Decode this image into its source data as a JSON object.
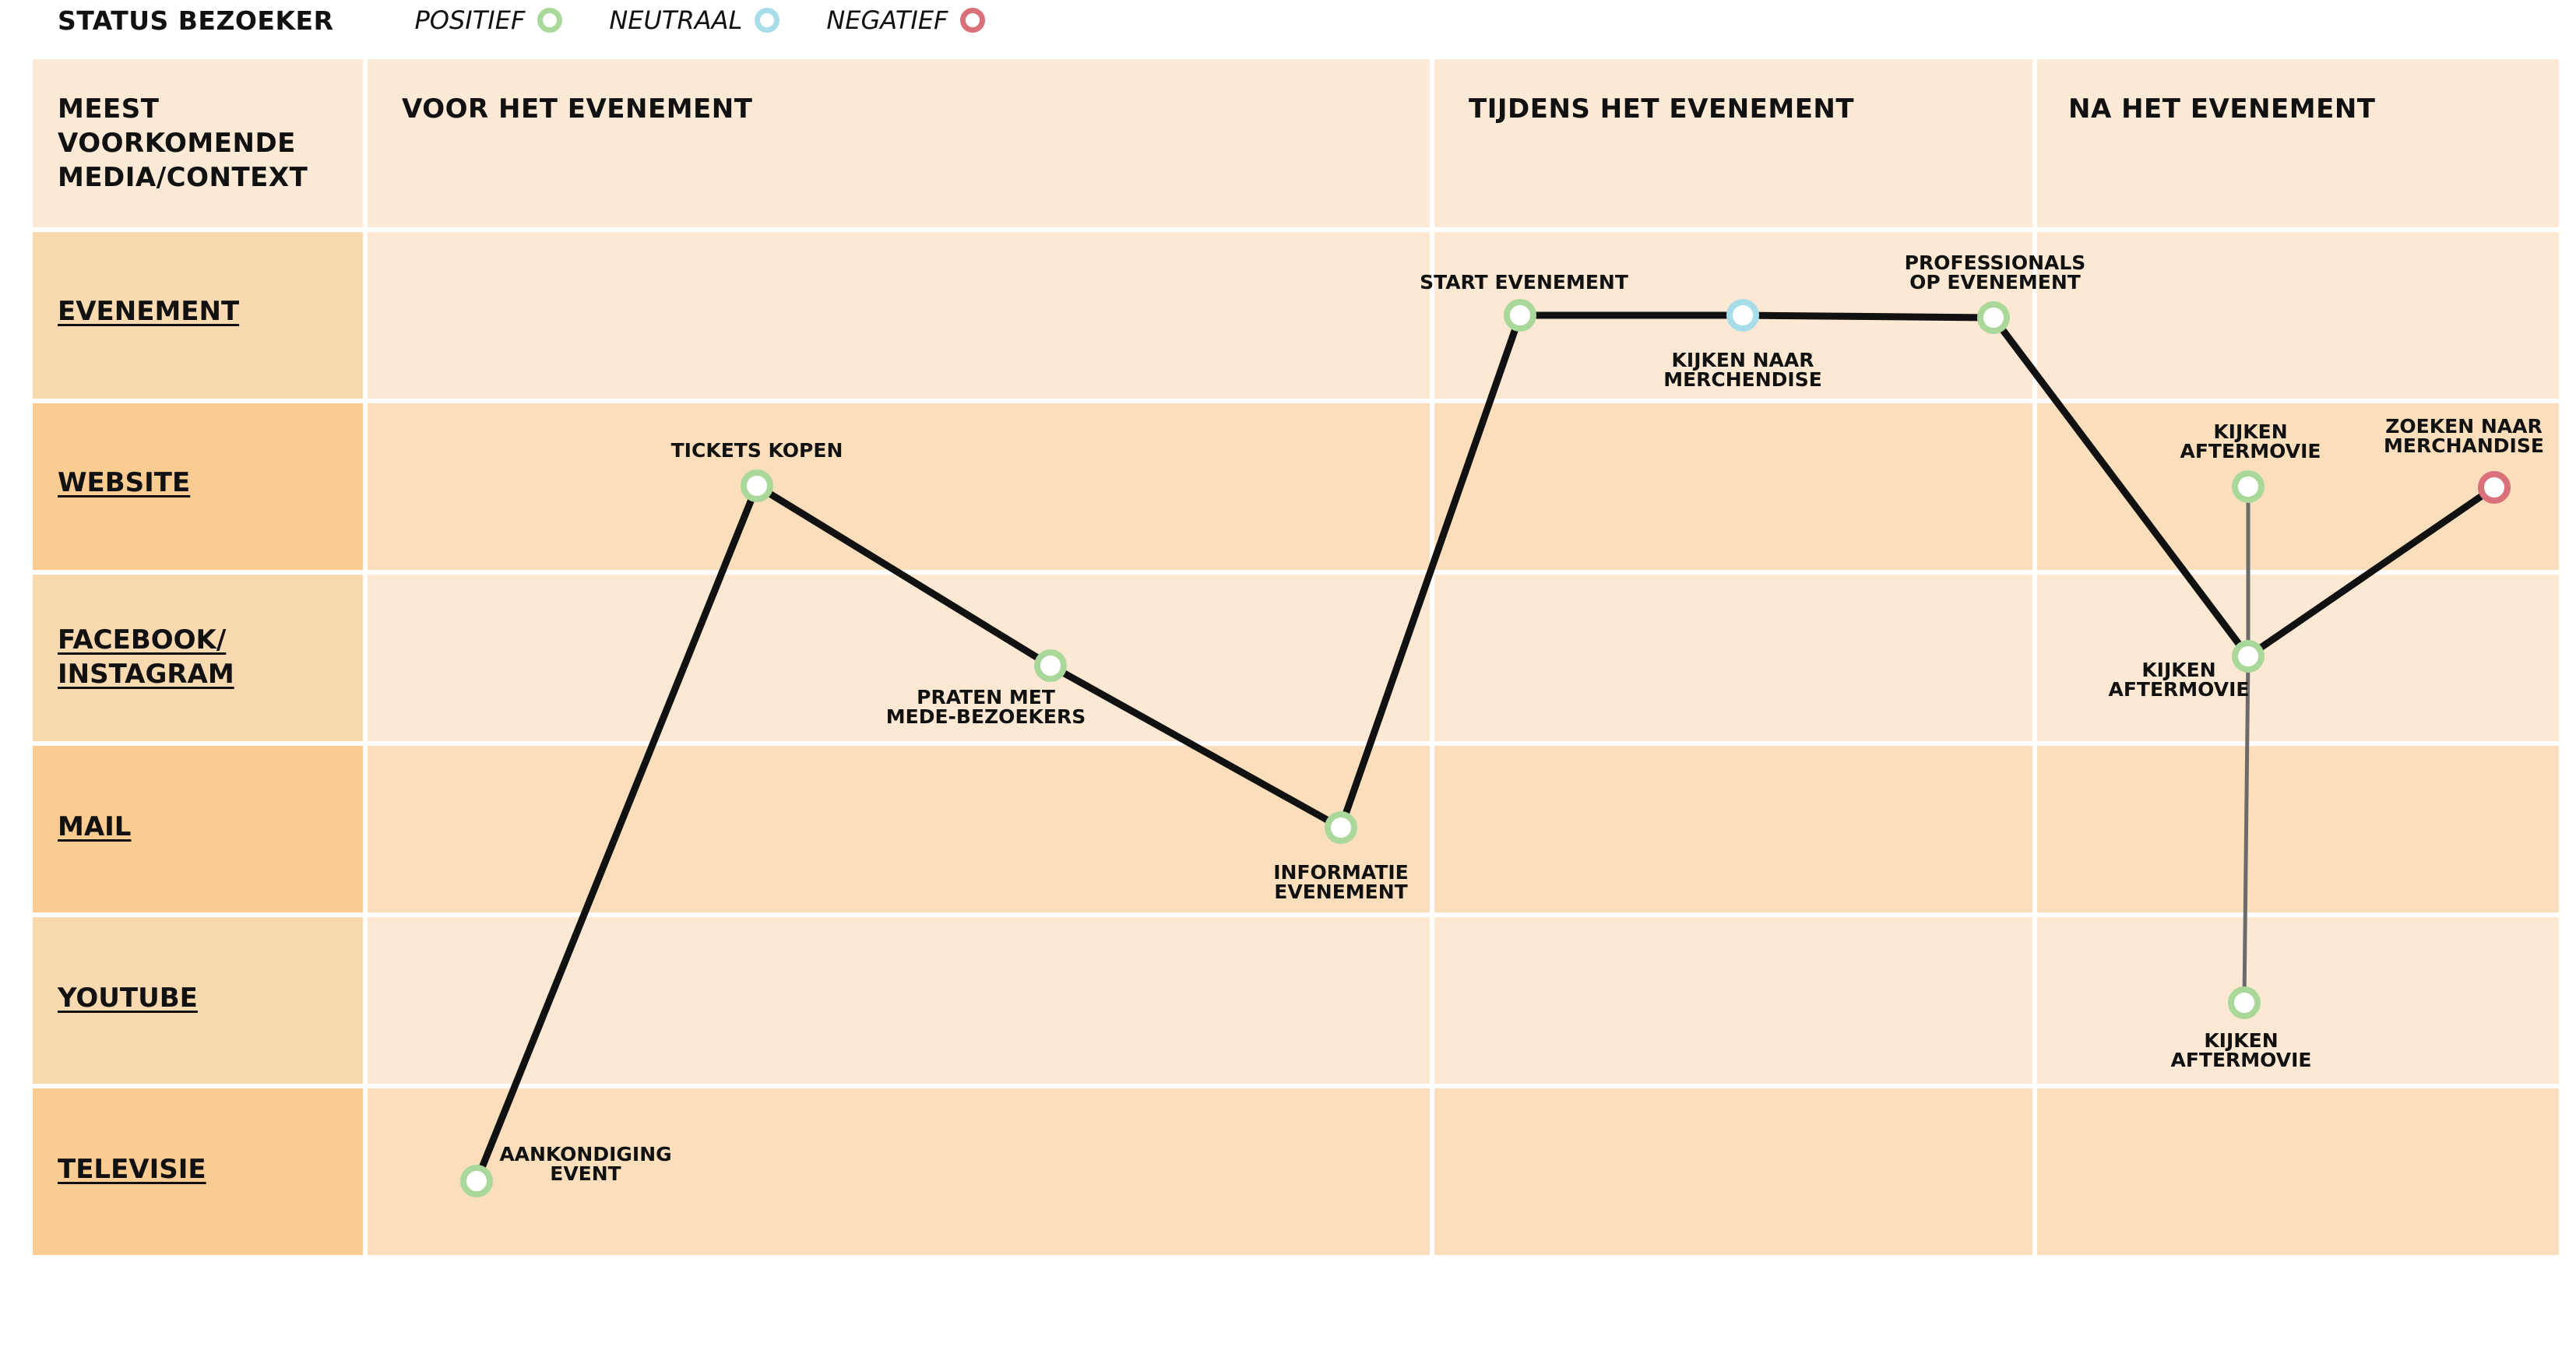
{
  "legend": {
    "title": "STATUS BEZOEKER",
    "items": [
      {
        "label": "POSITIEF",
        "status": "positive",
        "color": "#a9d89a"
      },
      {
        "label": "NEUTRAAL",
        "status": "neutral",
        "color": "#a6dde8"
      },
      {
        "label": "NEGATIEF",
        "status": "negative",
        "color": "#d9707a"
      }
    ]
  },
  "header": {
    "corner": "MEEST\nVOORKOMENDE\nMEDIA/CONTEXT",
    "phases": [
      "VOOR HET EVENEMENT",
      "TIJDENS HET EVENEMENT",
      "NA HET EVENEMENT"
    ]
  },
  "rows": [
    "EVENEMENT",
    "WEBSITE",
    "FACEBOOK/\nINSTAGRAM",
    "MAIL",
    "YOUTUBE",
    "TELEVISIE"
  ],
  "colors": {
    "header_fill": "#fce9d6",
    "label_fill_light": "#f9d9b0",
    "label_fill_dark": "#fbcc92",
    "cell_fill_light": "#fde8d3",
    "cell_fill_dark": "#fbdfbd",
    "line": "#111111",
    "branch_line": "#6b6b6b"
  },
  "nodes": [
    {
      "id": "aankondiging",
      "label": "AANKONDIGING\nEVENT",
      "status": "positive",
      "phase": "VOOR HET EVENEMENT",
      "row": "TELEVISIE"
    },
    {
      "id": "tickets",
      "label": "TICKETS KOPEN",
      "status": "positive",
      "phase": "VOOR HET EVENEMENT",
      "row": "WEBSITE"
    },
    {
      "id": "praten",
      "label": "PRATEN MET\nMEDE-BEZOEKERS",
      "status": "positive",
      "phase": "VOOR HET EVENEMENT",
      "row": "FACEBOOK/\nINSTAGRAM"
    },
    {
      "id": "informatie",
      "label": "INFORMATIE\nEVENEMENT",
      "status": "positive",
      "phase": "VOOR HET EVENEMENT",
      "row": "MAIL"
    },
    {
      "id": "start",
      "label": "START EVENEMENT",
      "status": "positive",
      "phase": "TIJDENS HET EVENEMENT",
      "row": "EVENEMENT"
    },
    {
      "id": "merch_kijken",
      "label": "KIJKEN NAAR\nMERCHENDISE",
      "status": "neutral",
      "phase": "TIJDENS HET EVENEMENT",
      "row": "EVENEMENT"
    },
    {
      "id": "professionals",
      "label": "PROFESSIONALS\nOP EVENEMENT",
      "status": "positive",
      "phase": "TIJDENS HET EVENEMENT",
      "row": "EVENEMENT"
    },
    {
      "id": "aftermovie_fb",
      "label": "KIJKEN\nAFTERMOVIE",
      "status": "positive",
      "phase": "NA HET EVENEMENT",
      "row": "FACEBOOK/\nINSTAGRAM"
    },
    {
      "id": "aftermovie_web",
      "label": "KIJKEN\nAFTERMOVIE",
      "status": "positive",
      "phase": "NA HET EVENEMENT",
      "row": "WEBSITE"
    },
    {
      "id": "merch_zoeken",
      "label": "ZOEKEN NAAR\nMERCHANDISE",
      "status": "negative",
      "phase": "NA HET EVENEMENT",
      "row": "WEBSITE"
    },
    {
      "id": "aftermovie_yt",
      "label": "KIJKEN\nAFTERMOVIE",
      "status": "positive",
      "phase": "NA HET EVENEMENT",
      "row": "YOUTUBE"
    }
  ],
  "path": [
    "aankondiging",
    "tickets",
    "praten",
    "informatie",
    "start",
    "merch_kijken",
    "professionals",
    "aftermovie_fb",
    "merch_zoeken"
  ],
  "branches": [
    {
      "from": "aftermovie_fb",
      "to": "aftermovie_web"
    },
    {
      "from": "aftermovie_fb",
      "to": "aftermovie_yt"
    }
  ]
}
